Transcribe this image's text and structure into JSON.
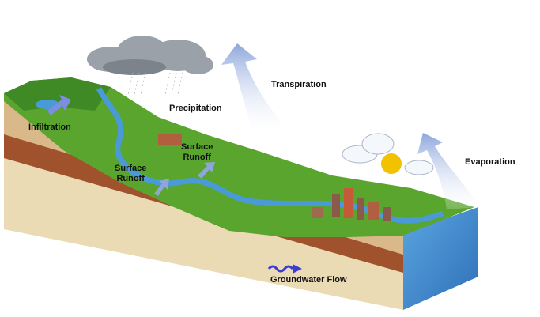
{
  "labels": {
    "transpiration": "Transpiration",
    "precipitation": "Precipitation",
    "infiltration": "Infiltration",
    "surface_runoff_1": [
      "Surface",
      "Runoff"
    ],
    "surface_runoff_2": [
      "Surface",
      "Runoff"
    ],
    "evaporation": "Evaporation",
    "groundwater_flow": "Groundwater Flow"
  },
  "colors": {
    "grass": "#5aa52e",
    "water": "#3f8fd0",
    "soil": "#d9b98a",
    "clay": "#a0522d",
    "rock": "#eadbb5",
    "arrow": "#b9c8e8",
    "arrow_dark": "#3b3bd8",
    "sun": "#f2c200"
  }
}
